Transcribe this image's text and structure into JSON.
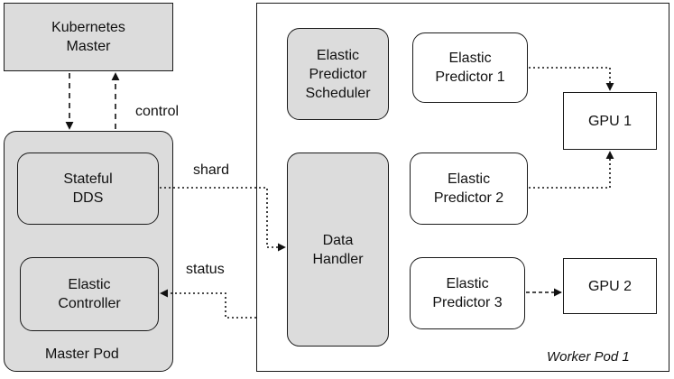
{
  "kubernetes_master": {
    "line1": "Kubernetes",
    "line2": "Master"
  },
  "master_pod": {
    "title": "Master Pod",
    "stateful_dds": {
      "line1": "Stateful",
      "line2": "DDS"
    },
    "elastic_controller": {
      "line1": "Elastic",
      "line2": "Controller"
    }
  },
  "worker_pod": {
    "title": "Worker Pod 1",
    "scheduler": {
      "line1": "Elastic",
      "line2": "Predictor",
      "line3": "Scheduler"
    },
    "data_handler": {
      "line1": "Data",
      "line2": "Handler"
    },
    "predictor_1": {
      "line1": "Elastic",
      "line2": "Predictor 1"
    },
    "predictor_2": {
      "line1": "Elastic",
      "line2": "Predictor 2"
    },
    "predictor_3": {
      "line1": "Elastic",
      "line2": "Predictor 3"
    },
    "gpu_1": "GPU 1",
    "gpu_2": "GPU 2"
  },
  "edge_labels": {
    "control": "control",
    "shard": "shard",
    "status": "status"
  }
}
